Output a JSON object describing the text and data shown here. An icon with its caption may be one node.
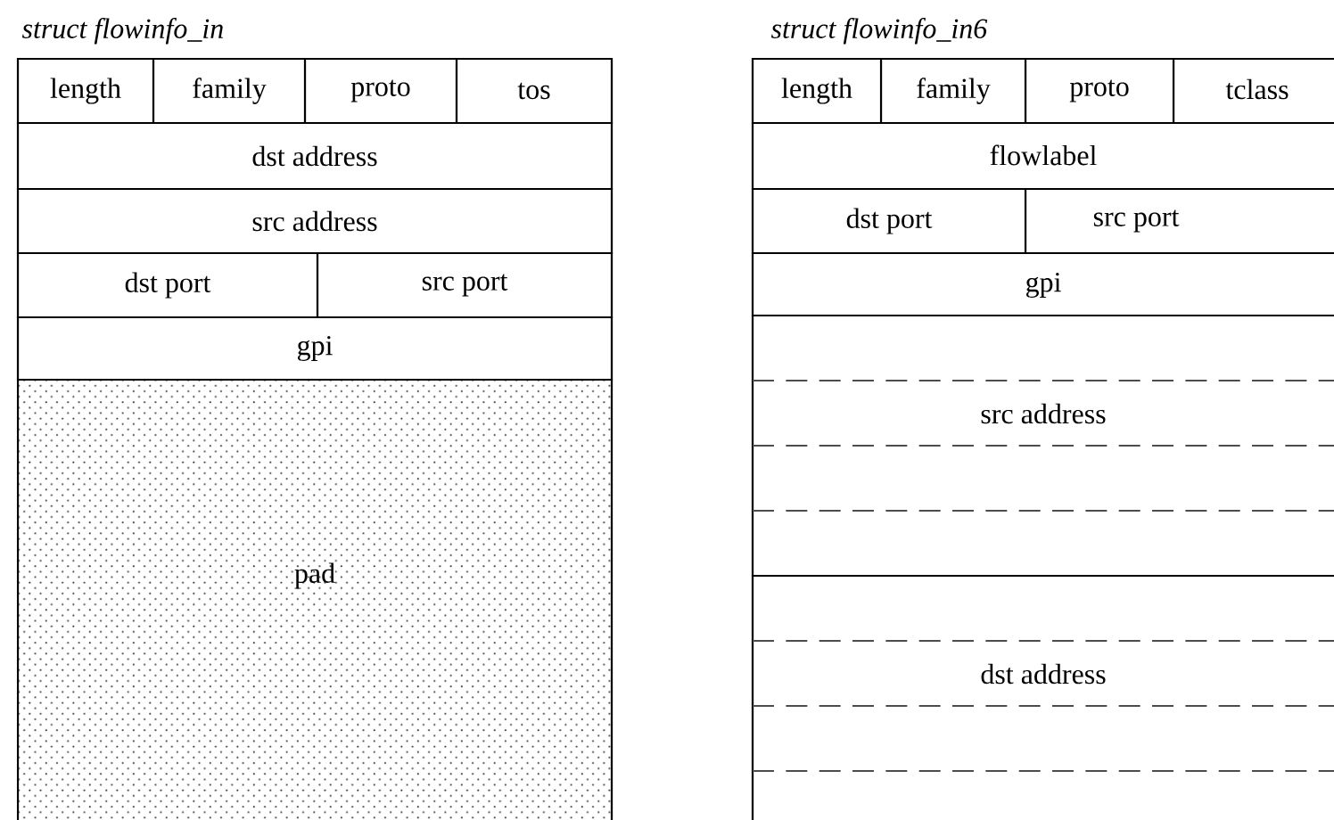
{
  "diagram": {
    "nodes": [
      {
        "text": [
          "struct flowinfo_in"
        ]
      },
      {
        "text": [
          "length"
        ],
        "in": 0
      },
      {
        "text": [
          "family"
        ],
        "in": 0
      },
      {
        "text": [
          "proto"
        ],
        "in": 0
      },
      {
        "text": [
          "tos"
        ],
        "in": 0
      },
      {
        "text": [
          "dst address"
        ],
        "in": 0
      },
      {
        "text": [
          "src address"
        ],
        "in": 0
      },
      {
        "text": [
          "dst port"
        ],
        "in": 0
      },
      {
        "text": [
          "src port"
        ],
        "in": 0
      },
      {
        "text": [
          "gpi"
        ],
        "in": 0
      },
      {
        "text": [
          "pad"
        ],
        "in": 0
      },
      {
        "text": [
          "struct flowinfo_in6"
        ]
      },
      {
        "text": [
          "length"
        ],
        "in": 11
      },
      {
        "text": [
          "family"
        ],
        "in": 11
      },
      {
        "text": [
          "proto"
        ],
        "in": 11
      },
      {
        "text": [
          "tclass"
        ],
        "in": 11
      },
      {
        "text": [
          "flowlabel"
        ],
        "in": 11
      },
      {
        "text": [
          "dst port"
        ],
        "in": 11
      },
      {
        "text": [
          "src port"
        ],
        "in": 11
      },
      {
        "text": [
          "gpi"
        ],
        "in": 11
      },
      {
        "text": [
          "src address"
        ],
        "in": 11
      },
      {
        "text": [
          "dst address"
        ],
        "in": 11
      }
    ]
  }
}
